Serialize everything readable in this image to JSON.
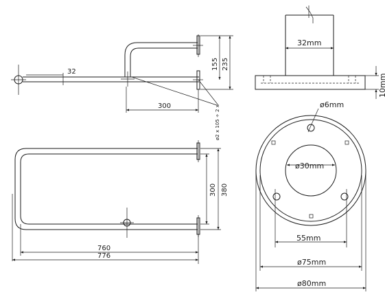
{
  "side_view": {
    "dim_rod_diameter": "32",
    "dim_height_top": "155",
    "dim_height_total": "235",
    "dim_projection": "300",
    "dim_screws": "ø2 x 105 ÷ 2 x"
  },
  "top_view": {
    "dim_inner_width": "300",
    "dim_outer_width": "380",
    "dim_length_inner": "760",
    "dim_length_outer": "776"
  },
  "flange_section": {
    "dim_tube": "32mm",
    "dim_thickness": "10mm"
  },
  "flange_face": {
    "dim_hole": "ø6mm",
    "dim_center_bore": "ø30mm",
    "dim_55": "55mm",
    "dim_75": "ø75mm",
    "dim_80": "ø80mm"
  }
}
